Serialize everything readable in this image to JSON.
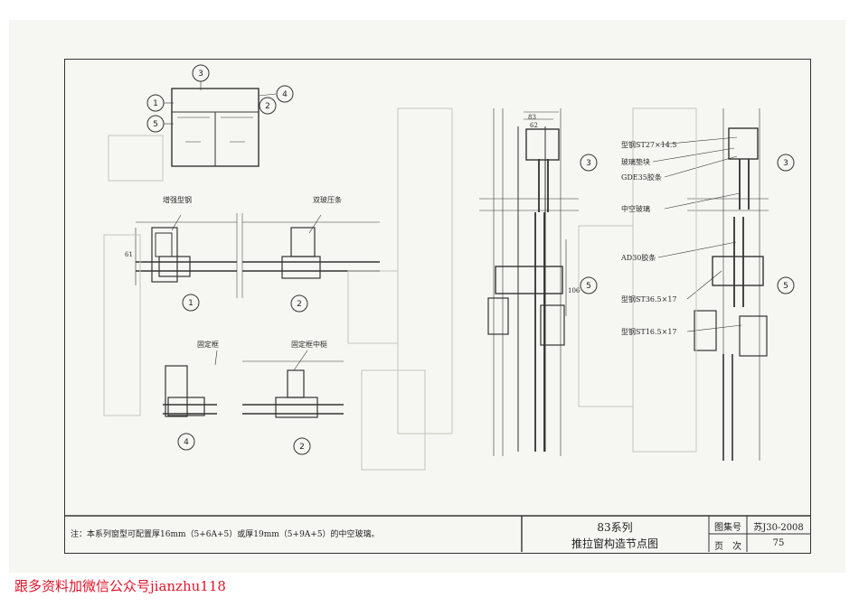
{
  "drawing": {
    "labels": {
      "reinforced_steel": "增强型钢",
      "double_glass_bead": "双玻压条",
      "fixed_frame": "固定框",
      "fixed_frame_mullion": "固定框中梃",
      "steel_27": "型钢ST27×14.5",
      "glass_pad": "玻璃垫块",
      "gde35": "GDE35胶条",
      "insulating_glass": "中空玻璃",
      "ad30": "AD30胶条",
      "steel_36": "型钢ST36.5×17",
      "steel_16": "型钢ST16.5×17"
    },
    "dims": {
      "d83": "83",
      "d62": "62",
      "d61": "61",
      "d106": "106"
    },
    "callouts": [
      "1",
      "2",
      "3",
      "4",
      "5"
    ]
  },
  "title_block": {
    "note": "注：本系列窗型可配置厚16mm（5+6A+5）或厚19mm（5+9A+5）的中空玻璃。",
    "series": "83系列",
    "title": "推拉窗构造节点图",
    "atlas_label": "图集号",
    "atlas_value": "苏J30-2008",
    "page_label": "页　次",
    "page_value": "75"
  },
  "footer": {
    "text": "跟多资料加微信公众号jianzhu118"
  }
}
